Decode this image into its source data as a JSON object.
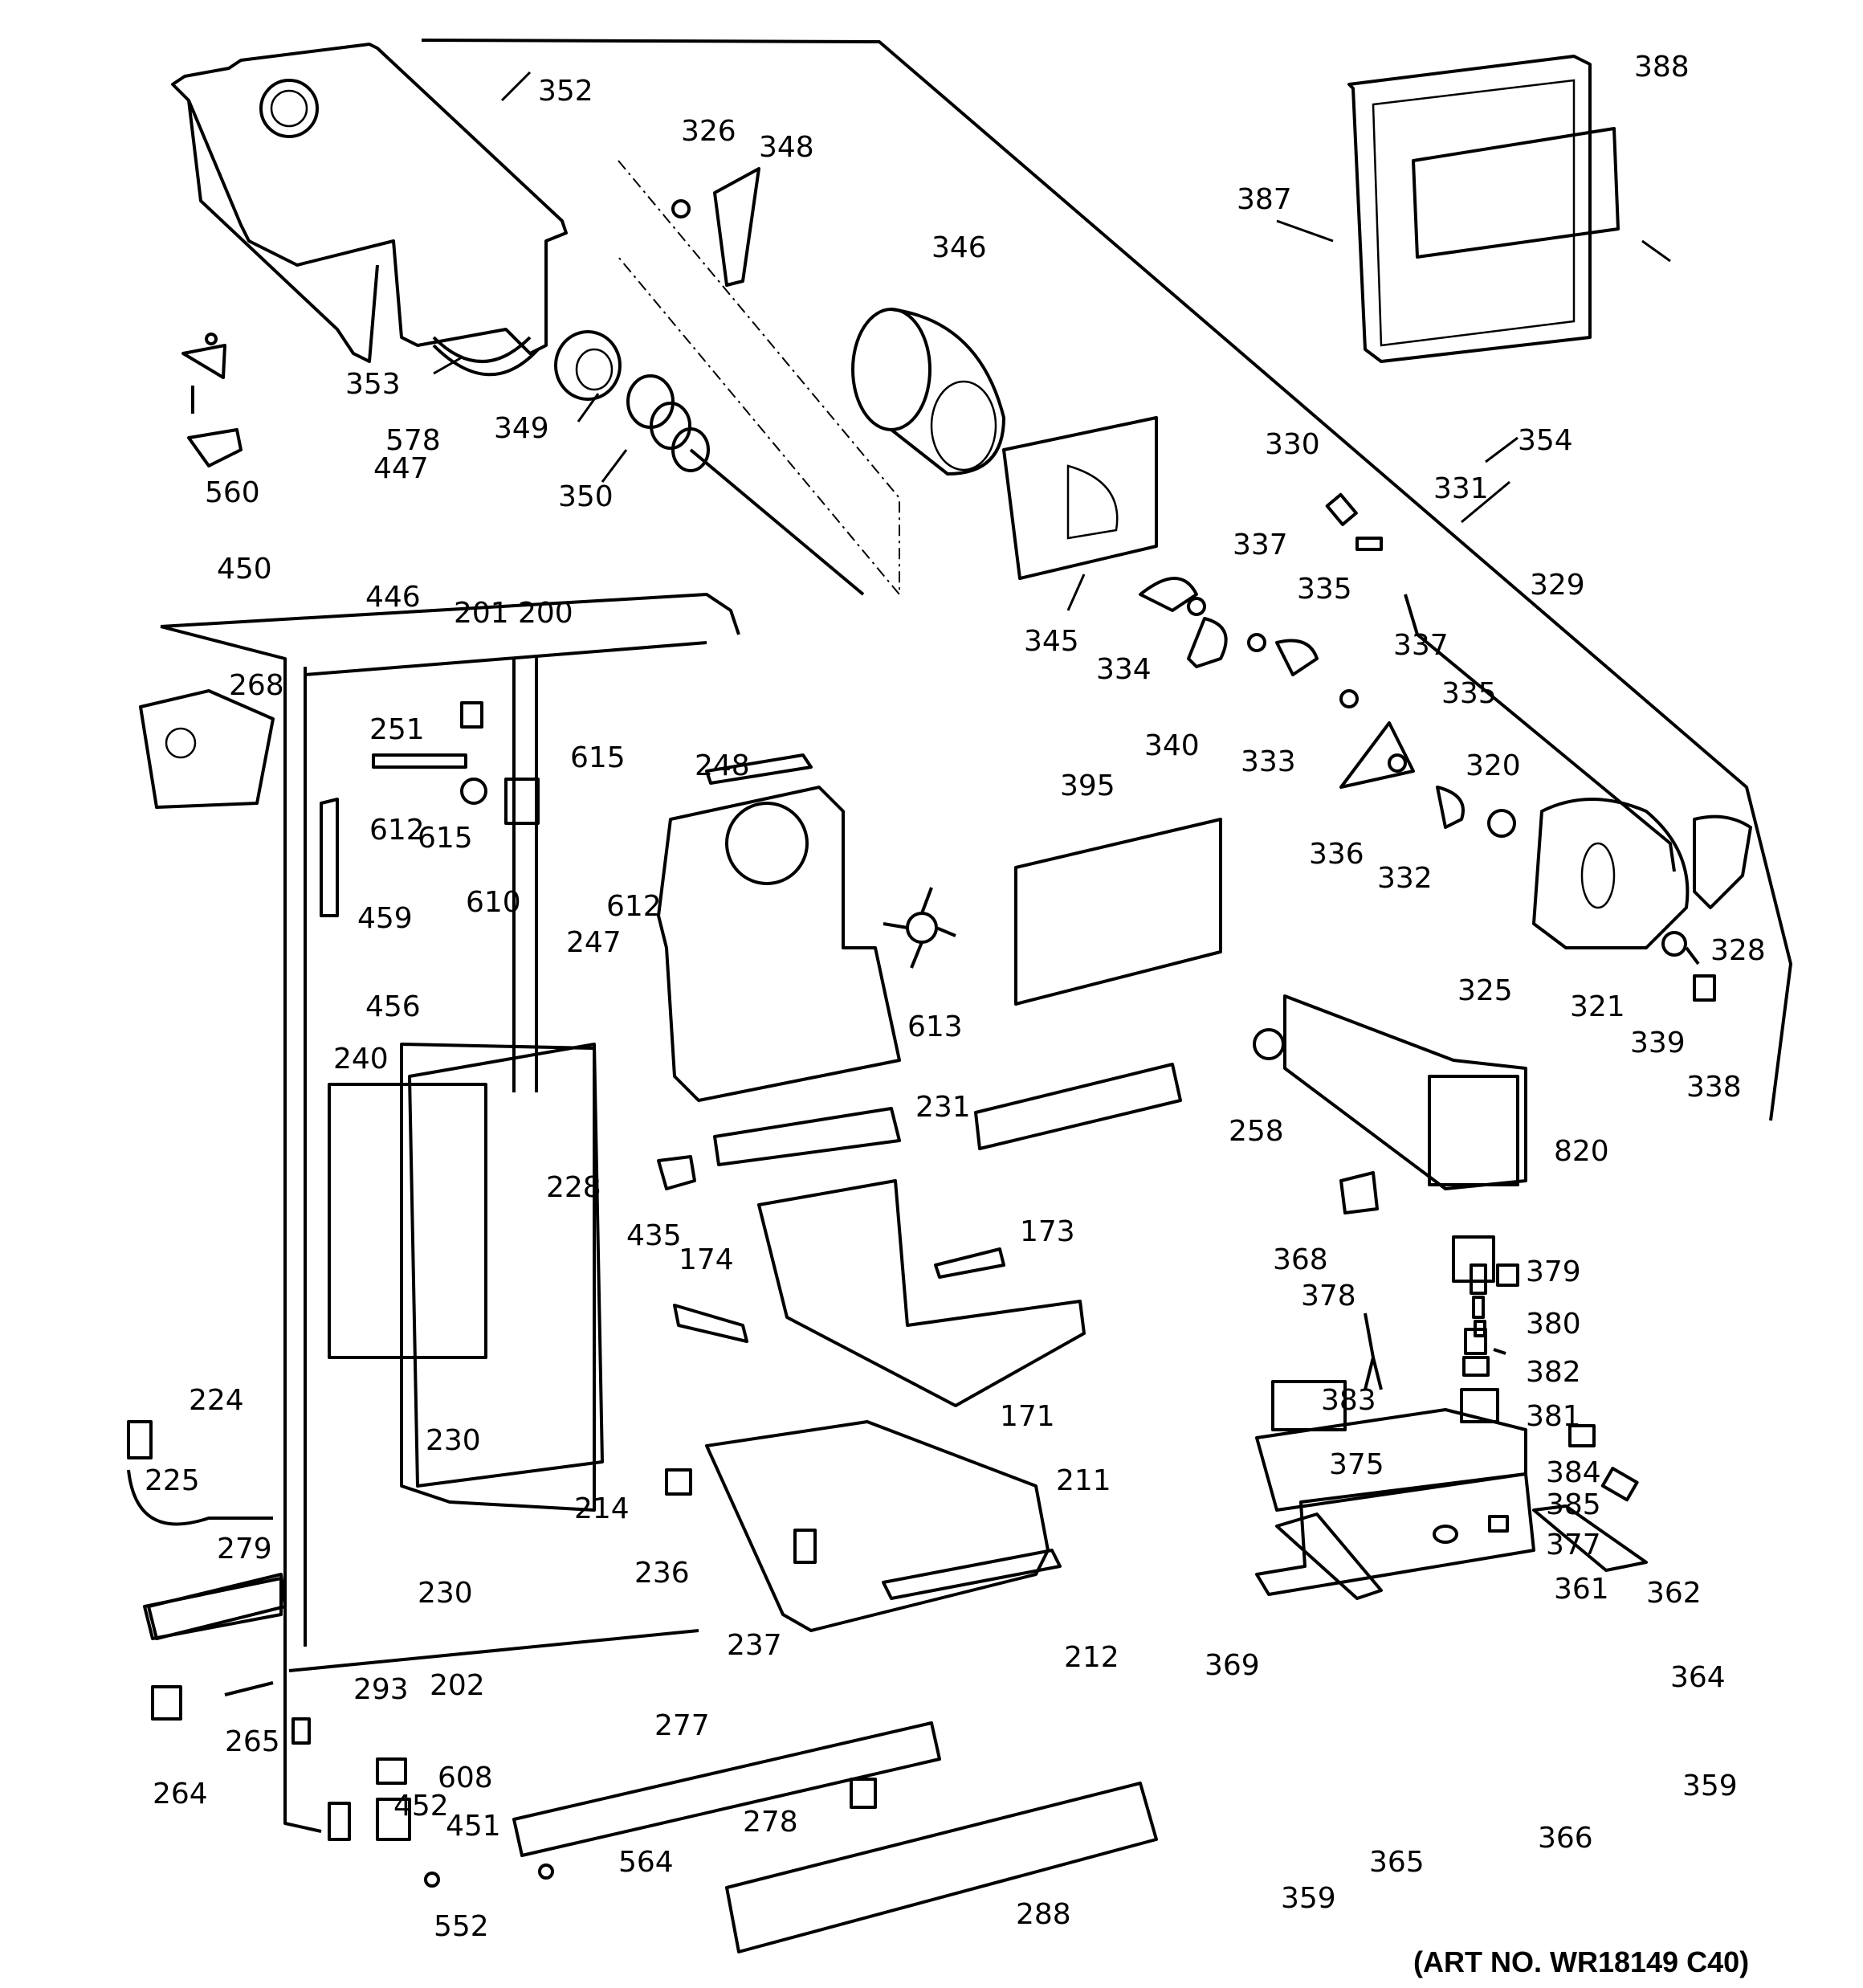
{
  "diagram": {
    "title": "Refrigerator freezer section & ice maker exploded parts view",
    "art_number": "(ART NO. WR18149 C40)",
    "callouts": [
      "352",
      "326",
      "348",
      "346",
      "388",
      "387",
      "353",
      "349",
      "350",
      "578",
      "447",
      "560",
      "450",
      "446",
      "330",
      "354",
      "331",
      "337",
      "335",
      "329",
      "337",
      "335",
      "345",
      "334",
      "340",
      "333",
      "336",
      "332",
      "320",
      "201",
      "200",
      "268",
      "251",
      "612",
      "615",
      "615",
      "610",
      "612",
      "248",
      "395",
      "459",
      "247",
      "613",
      "325",
      "328",
      "321",
      "339",
      "338",
      "456",
      "240",
      "228",
      "231",
      "258",
      "820",
      "435",
      "174",
      "173",
      "368",
      "378",
      "379",
      "380",
      "382",
      "383",
      "381",
      "375",
      "384",
      "385",
      "377",
      "224",
      "230",
      "171",
      "211",
      "225",
      "279",
      "214",
      "236",
      "230",
      "237",
      "212",
      "361",
      "362",
      "369",
      "364",
      "202",
      "293",
      "265",
      "264",
      "277",
      "608",
      "452",
      "451",
      "278",
      "564",
      "288",
      "359",
      "365",
      "366",
      "359",
      "552"
    ]
  }
}
